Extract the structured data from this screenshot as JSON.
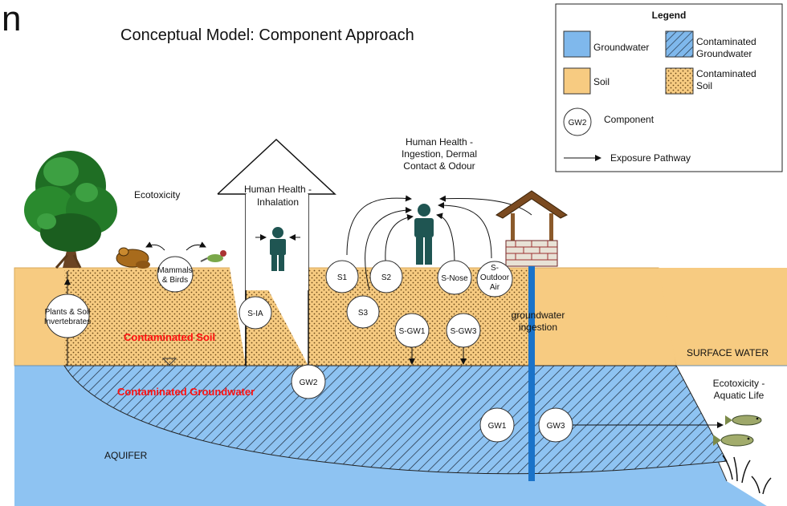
{
  "corner_mark": "n",
  "title": "Conceptual Model: Component Approach",
  "legend": {
    "heading": "Legend",
    "groundwater": "Groundwater",
    "contaminated_groundwater_1": "Contaminated",
    "contaminated_groundwater_2": "Groundwater",
    "soil": "Soil",
    "contaminated_soil_1": "Contaminated",
    "contaminated_soil_2": "Soil",
    "component_sample": "GW2",
    "component": "Component",
    "exposure_pathway": "Exposure Pathway"
  },
  "labels": {
    "ecotoxicity": "Ecotoxicity",
    "hh_inhalation_1": "Human Health -",
    "hh_inhalation_2": "Inhalation",
    "hh_ingestion_1": "Human Health -",
    "hh_ingestion_2": "Ingestion, Dermal",
    "hh_ingestion_3": "Contact & Odour",
    "contaminated_soil": "Contaminated Soil",
    "contaminated_groundwater": "Contaminated Groundwater",
    "groundwater_ingestion_1": "groundwater",
    "groundwater_ingestion_2": "ingestion",
    "surface_water": "SURFACE WATER",
    "aquatic_1": "Ecotoxicity -",
    "aquatic_2": "Aquatic Life",
    "aquifer": "AQUIFER"
  },
  "components": {
    "mammals_1": "Mammals",
    "mammals_2": "& Birds",
    "plants_1": "Plants & Soil",
    "plants_2": "Invertebrates",
    "s_ia": "S-IA",
    "s1": "S1",
    "s2": "S2",
    "s3": "S3",
    "s_nose": "S-Nose",
    "s_outdoor_1": "S-",
    "s_outdoor_2": "Outdoor",
    "s_outdoor_3": "Air",
    "s_gw1": "S-GW1",
    "s_gw3": "S-GW3",
    "gw1": "GW1",
    "gw2": "GW2",
    "gw3": "GW3"
  },
  "colors": {
    "soil": "#F7CB81",
    "groundwater": "#8EC3F2",
    "legend_groundwater": "#7FB8EC",
    "person": "#1F5552",
    "well_pipe": "#1A73C9",
    "contaminant_text": "#FF1010",
    "outline": "#222222"
  }
}
